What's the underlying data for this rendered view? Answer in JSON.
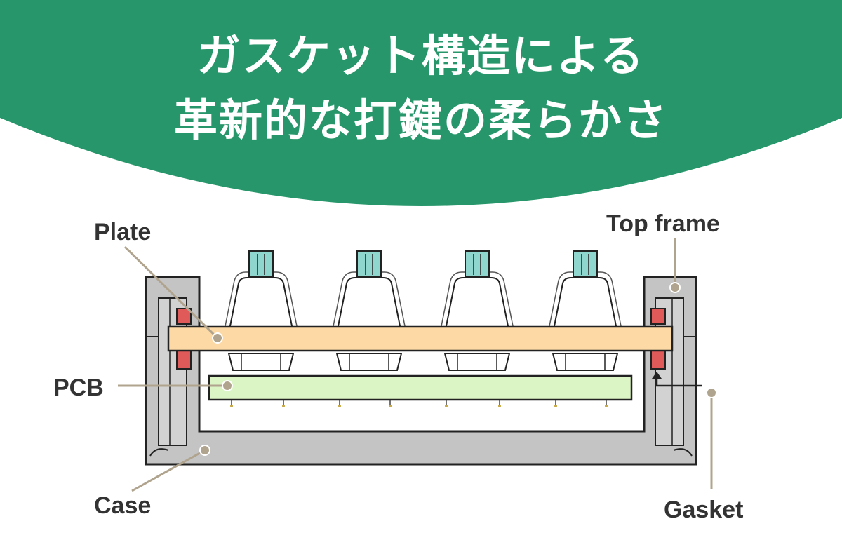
{
  "banner": {
    "title_line_1": "ガスケット構造による",
    "title_line_2": "革新的な打鍵の柔らかさ",
    "color": "#27976b"
  },
  "labels": {
    "plate": "Plate",
    "pcb": "PCB",
    "case": "Case",
    "top_frame": "Top frame",
    "gasket": "Gasket"
  },
  "colors": {
    "plate": "#fdd9a5",
    "pcb": "#dcf5c4",
    "case": "#c4c4c4",
    "gasket": "#e05a5a",
    "stem": "#8fd6cf",
    "leader": "#b0a48e"
  }
}
